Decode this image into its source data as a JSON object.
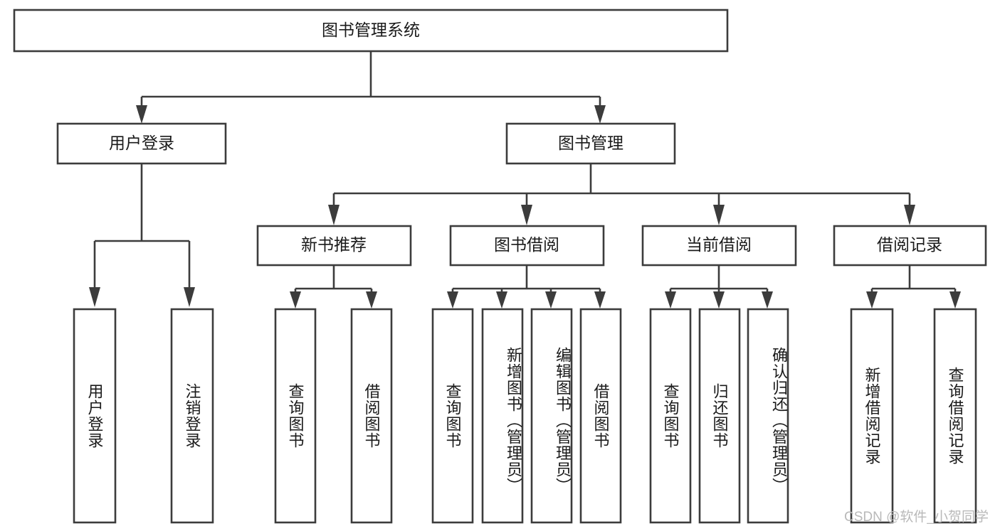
{
  "diagram": {
    "title": "图书管理系统",
    "type": "tree",
    "background_color": "#ffffff",
    "line_color": "#3c3c3c",
    "text_color": "#1a1a1a",
    "watermark": "CSDN @软件_小贺同学",
    "watermark_color": "#b9b9b9"
  },
  "nodes": {
    "root": {
      "label": "图书管理系统",
      "level": 1,
      "orientation": "horizontal"
    },
    "l2": [
      {
        "id": "user-login",
        "label": "用户登录",
        "orientation": "horizontal"
      },
      {
        "id": "book-manage",
        "label": "图书管理",
        "orientation": "horizontal"
      }
    ],
    "l3": [
      {
        "id": "new-book-recommend",
        "label": "新书推荐",
        "orientation": "horizontal"
      },
      {
        "id": "book-borrow",
        "label": "图书借阅",
        "orientation": "horizontal"
      },
      {
        "id": "current-borrow",
        "label": "当前借阅",
        "orientation": "horizontal"
      },
      {
        "id": "borrow-record",
        "label": "借阅记录",
        "orientation": "horizontal"
      }
    ],
    "leaves": {
      "user_login": [
        {
          "id": "leaf-user-login",
          "label": "用户登录",
          "orientation": "vertical"
        },
        {
          "id": "leaf-logout-login",
          "label": "注销登录",
          "orientation": "vertical"
        }
      ],
      "new_book_recommend": [
        {
          "id": "leaf-query-book-1",
          "label": "查询图书",
          "orientation": "vertical"
        },
        {
          "id": "leaf-borrow-book-1",
          "label": "借阅图书",
          "orientation": "vertical"
        }
      ],
      "book_borrow": [
        {
          "id": "leaf-query-book-2",
          "label": "查询图书",
          "orientation": "vertical"
        },
        {
          "id": "leaf-add-book-admin",
          "label": "新增图书（管理员）",
          "orientation": "vertical"
        },
        {
          "id": "leaf-edit-book-admin",
          "label": "编辑图书（管理员）",
          "orientation": "vertical"
        },
        {
          "id": "leaf-borrow-book-2",
          "label": "借阅图书",
          "orientation": "vertical"
        }
      ],
      "current_borrow": [
        {
          "id": "leaf-query-book-3",
          "label": "查询图书",
          "orientation": "vertical"
        },
        {
          "id": "leaf-return-book",
          "label": "归还图书",
          "orientation": "vertical"
        },
        {
          "id": "leaf-confirm-return-admin",
          "label": "确认归还（管理员）",
          "orientation": "vertical"
        }
      ],
      "borrow_record": [
        {
          "id": "leaf-add-borrow-record",
          "label": "新增借阅记录",
          "orientation": "vertical"
        },
        {
          "id": "leaf-query-borrow-record",
          "label": "查询借阅记录",
          "orientation": "vertical"
        }
      ]
    }
  }
}
